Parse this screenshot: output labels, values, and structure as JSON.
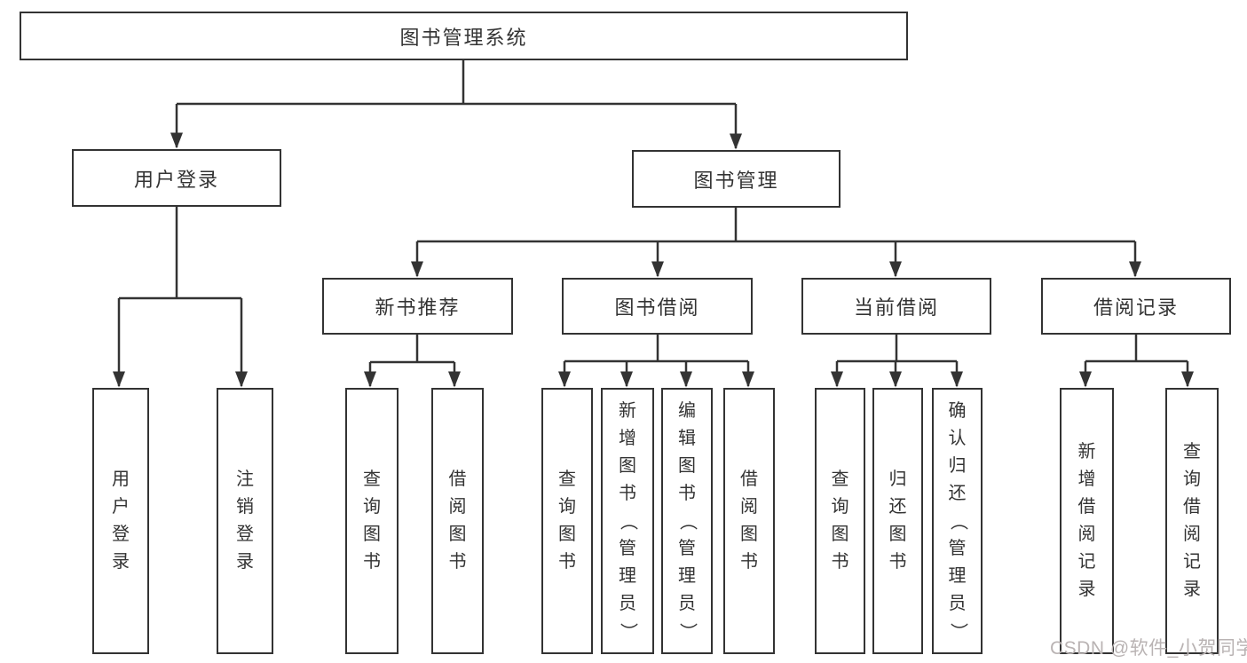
{
  "colors": {
    "line": "#333333",
    "text": "#333333",
    "background": "#ffffff",
    "watermark": "#b9b3b3"
  },
  "tree": {
    "root": {
      "label": "图书管理系统"
    },
    "branches": [
      {
        "label": "用户登录"
      },
      {
        "label": "图书管理"
      }
    ],
    "modules": [
      {
        "label": "新书推荐",
        "parent": "图书管理"
      },
      {
        "label": "图书借阅",
        "parent": "图书管理"
      },
      {
        "label": "当前借阅",
        "parent": "图书管理"
      },
      {
        "label": "借阅记录",
        "parent": "图书管理"
      }
    ],
    "leaves": [
      {
        "label": "用户登录",
        "parent": "用户登录"
      },
      {
        "label": "注销登录",
        "parent": "用户登录"
      },
      {
        "label": "查询图书",
        "parent": "新书推荐"
      },
      {
        "label": "借阅图书",
        "parent": "新书推荐"
      },
      {
        "label": "查询图书",
        "parent": "图书借阅"
      },
      {
        "label": "新增图书（管理员）",
        "parent": "图书借阅"
      },
      {
        "label": "编辑图书（管理员）",
        "parent": "图书借阅"
      },
      {
        "label": "借阅图书",
        "parent": "图书借阅"
      },
      {
        "label": "查询图书",
        "parent": "当前借阅"
      },
      {
        "label": "归还图书",
        "parent": "当前借阅"
      },
      {
        "label": "确认归还（管理员）",
        "parent": "当前借阅"
      },
      {
        "label": "新增借阅记录",
        "parent": "借阅记录"
      },
      {
        "label": "查询借阅记录",
        "parent": "借阅记录"
      }
    ]
  },
  "watermark": {
    "text": "CSDN @软件_小贺同学"
  }
}
